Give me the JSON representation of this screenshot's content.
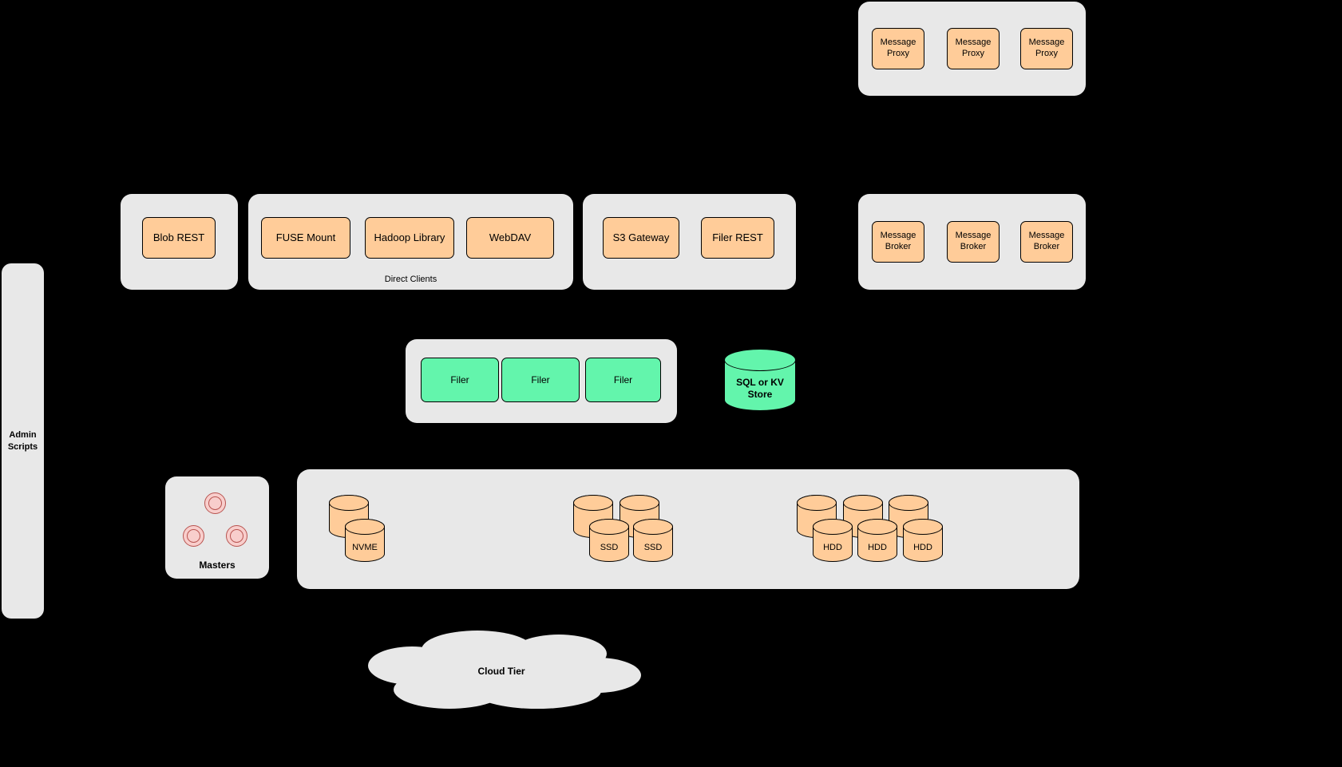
{
  "colors": {
    "background": "#000000",
    "container_fill": "#e8e8e8",
    "node_fill": "#ffcc99",
    "node_stroke": "#000000",
    "filer_fill": "#63f5ac",
    "master_fill": "#f8cecc",
    "master_stroke": "#b85450"
  },
  "message_proxies": {
    "items": [
      "Message Proxy",
      "Message Proxy",
      "Message Proxy"
    ]
  },
  "blob": {
    "label": "Blob REST"
  },
  "direct_clients": {
    "caption": "Direct Clients",
    "items": [
      "FUSE Mount",
      "Hadoop Library",
      "WebDAV"
    ]
  },
  "gateways": {
    "items": [
      "S3 Gateway",
      "Filer REST"
    ]
  },
  "message_brokers": {
    "items": [
      "Message Broker",
      "Message Broker",
      "Message Broker"
    ]
  },
  "filers": {
    "items": [
      "Filer",
      "Filer",
      "Filer"
    ]
  },
  "kv_store": {
    "label": "SQL or KV Store"
  },
  "admin": {
    "label": "Admin Scripts"
  },
  "masters": {
    "label": "Masters"
  },
  "volume_servers": {
    "nvme": {
      "label": "NVME"
    },
    "ssd": {
      "labels": [
        "SSD",
        "SSD"
      ]
    },
    "hdd": {
      "labels": [
        "HDD",
        "HDD",
        "HDD"
      ]
    }
  },
  "cloud": {
    "label": "Cloud Tier"
  }
}
